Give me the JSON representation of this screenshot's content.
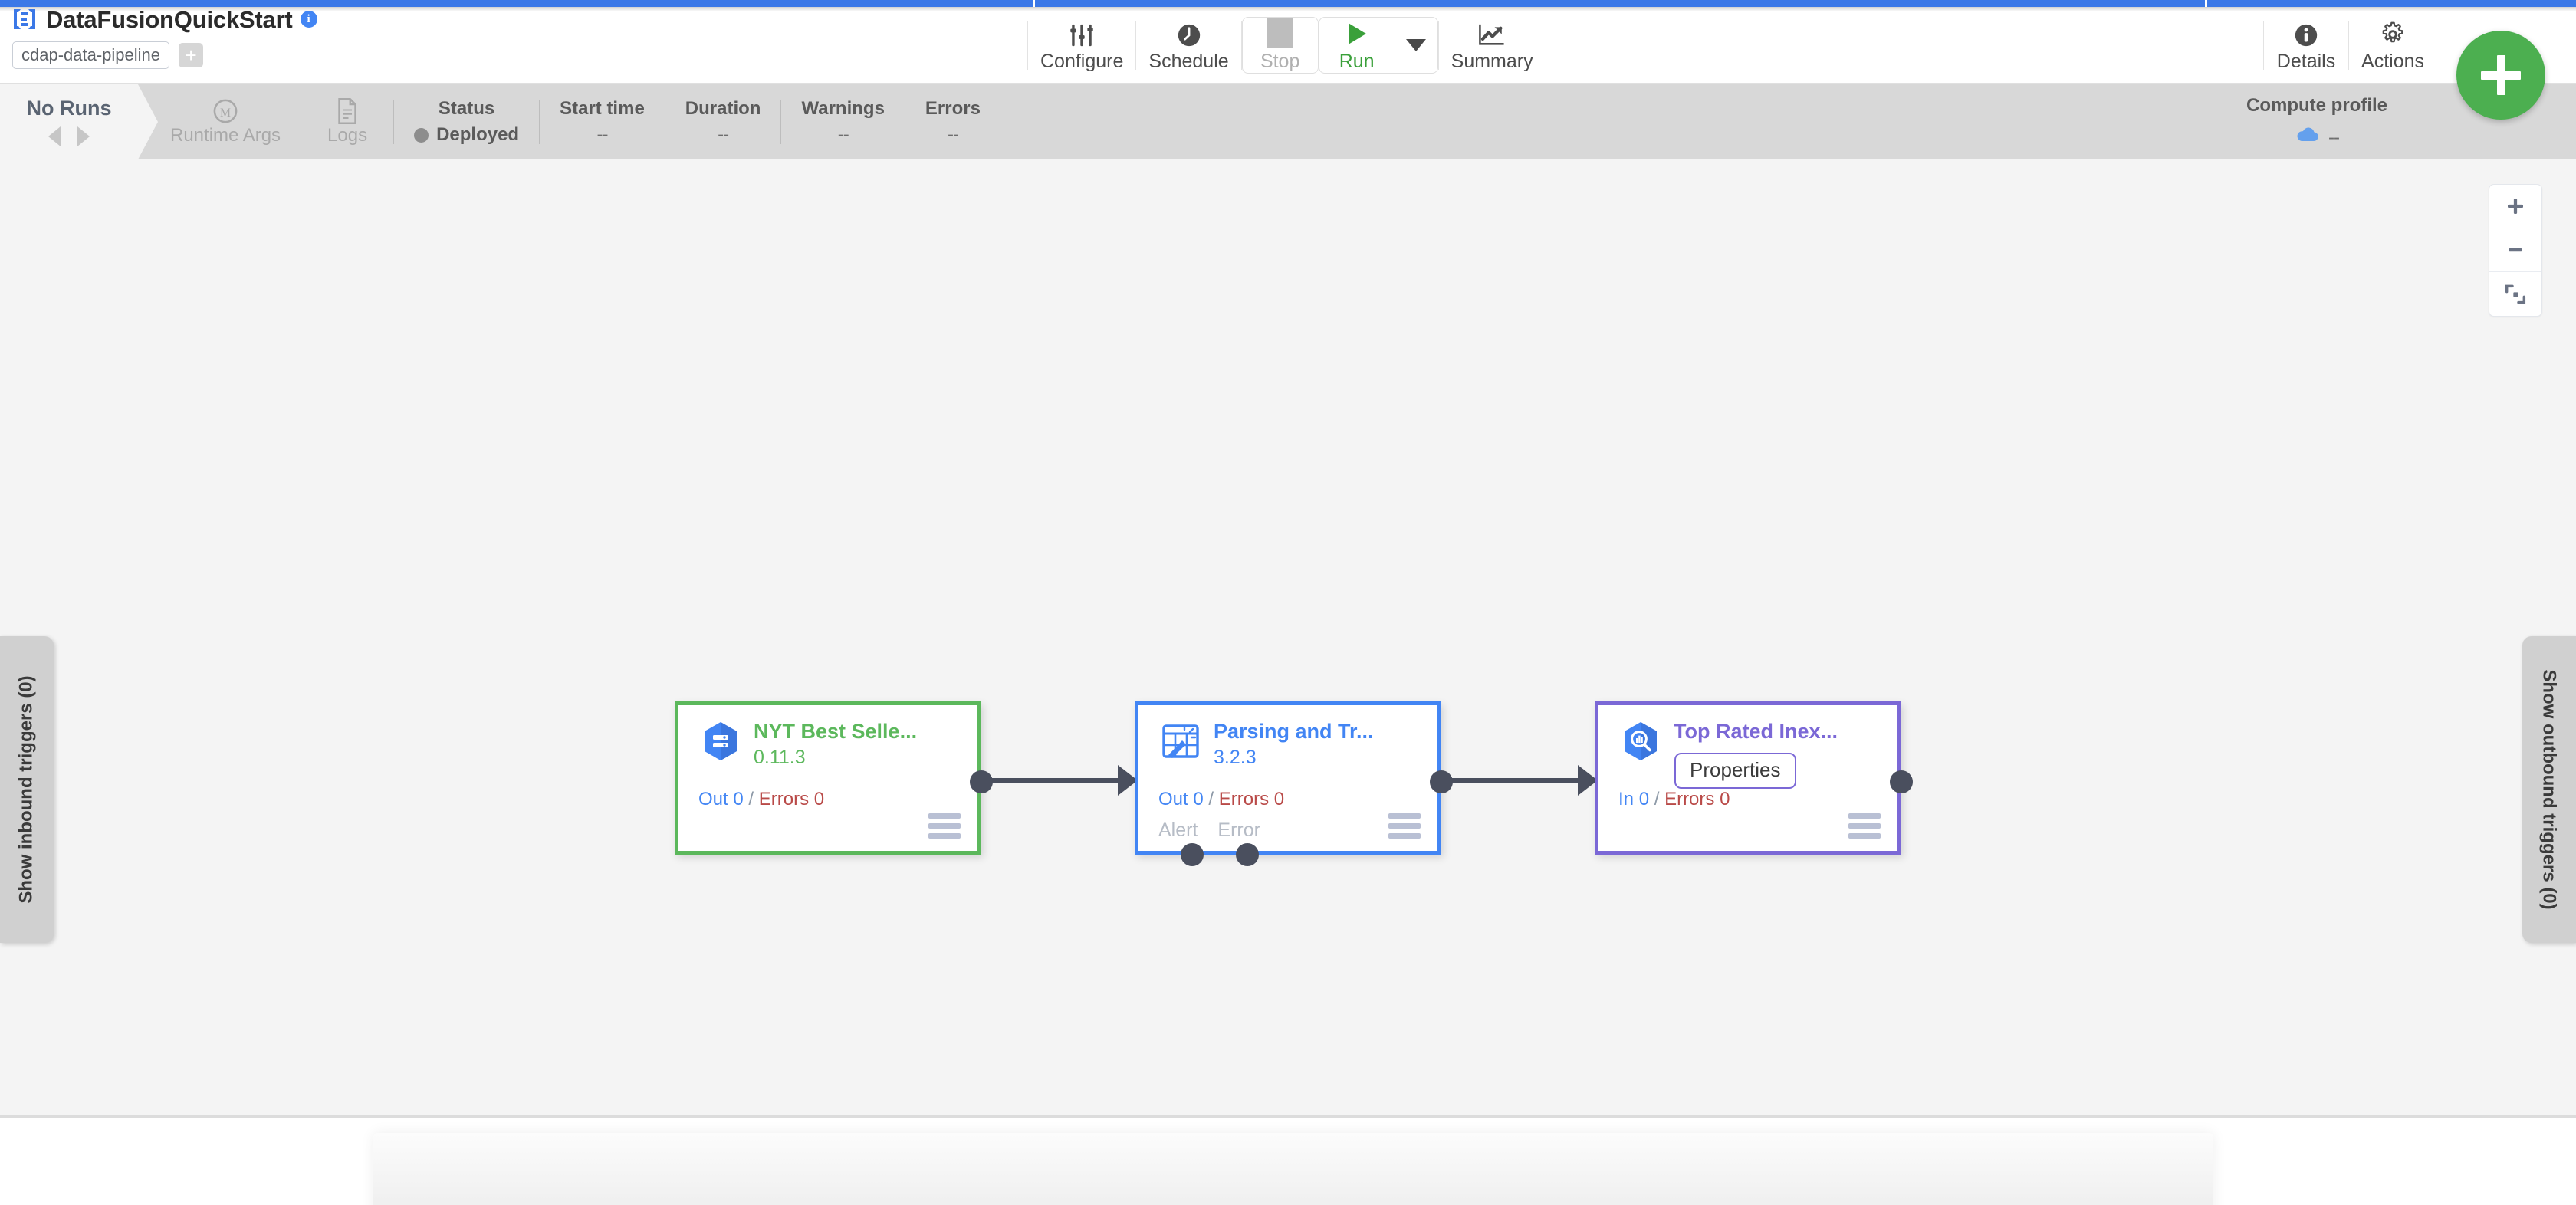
{
  "header": {
    "logo_icon": "cdap-logo-icon",
    "pipeline_title": "DataFusionQuickStart",
    "info_icon": "info-icon",
    "artifact_chip": "cdap-data-pipeline",
    "add_tag_label": "+"
  },
  "toolbar": {
    "configure": {
      "label": "Configure",
      "icon": "sliders-icon"
    },
    "schedule": {
      "label": "Schedule",
      "icon": "clock-icon"
    },
    "stop": {
      "label": "Stop",
      "icon": "stop-square-icon"
    },
    "run": {
      "label": "Run",
      "icon": "play-triangle-icon"
    },
    "run_dropdown_icon": "chevron-down-icon",
    "summary": {
      "label": "Summary",
      "icon": "line-chart-icon"
    },
    "details": {
      "label": "Details",
      "icon": "info-circle-icon"
    },
    "actions": {
      "label": "Actions",
      "icon": "gear-icon"
    },
    "fab": {
      "label": "+",
      "icon": "plus-icon",
      "color": "#4caf50"
    }
  },
  "runbar": {
    "runs_label": "No Runs",
    "prev_icon": "triangle-left-icon",
    "next_icon": "triangle-right-icon",
    "items": [
      {
        "head": "Runtime Args",
        "icon": "macro-m-icon",
        "value": ""
      },
      {
        "head": "Logs",
        "icon": "document-icon",
        "value": ""
      },
      {
        "head": "Status",
        "value": "Deployed",
        "dot_color": "#8d8d8d"
      },
      {
        "head": "Start time",
        "value": "--"
      },
      {
        "head": "Duration",
        "value": "--"
      },
      {
        "head": "Warnings",
        "value": "--"
      },
      {
        "head": "Errors",
        "value": "--"
      }
    ],
    "compute_profile": {
      "head": "Compute profile",
      "icon": "cloud-icon",
      "value": "--"
    }
  },
  "canvas": {
    "zoom_controls": [
      {
        "name": "zoom-in",
        "icon": "plus-icon",
        "label": "+"
      },
      {
        "name": "zoom-out",
        "icon": "minus-icon",
        "label": "−"
      },
      {
        "name": "fit-to-screen",
        "icon": "fit-screen-icon",
        "label": ""
      }
    ],
    "triggers_inbound": "Show inbound triggers (0)",
    "triggers_outbound": "Show outbound triggers (0)",
    "nodes": [
      {
        "id": "source",
        "title": "NYT Best Selle...",
        "version": "0.11.3",
        "icon": "bigquery-table-icon",
        "accent": "#5cb85c",
        "metrics": {
          "left_label": "Out",
          "left_value": "0",
          "sep": "/",
          "right_label": "Errors",
          "right_value": "0"
        },
        "ports": [],
        "menu_icon": "hamburger-icon"
      },
      {
        "id": "transform",
        "title": "Parsing and Tr...",
        "version": "3.2.3",
        "icon": "wrangler-magic-icon",
        "accent": "#4285f4",
        "metrics": {
          "left_label": "Out",
          "left_value": "0",
          "sep": "/",
          "right_label": "Errors",
          "right_value": "0"
        },
        "ports": [
          "Alert",
          "Error"
        ],
        "menu_icon": "hamburger-icon"
      },
      {
        "id": "sink",
        "title": "Top Rated Inex...",
        "version": "",
        "tooltip": "Properties",
        "icon": "bigquery-search-icon",
        "accent": "#7b68d6",
        "metrics": {
          "left_label": "In",
          "left_value": "0",
          "sep": "/",
          "right_label": "Errors",
          "right_value": "0"
        },
        "ports": [],
        "menu_icon": "hamburger-icon"
      }
    ]
  }
}
